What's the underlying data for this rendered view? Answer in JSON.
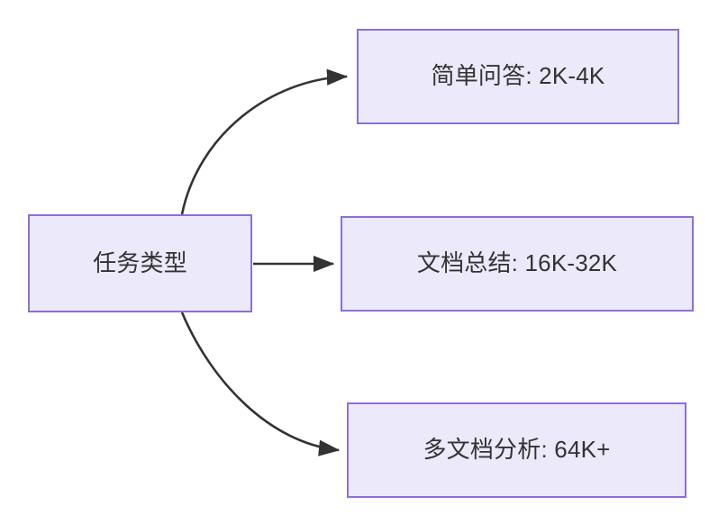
{
  "diagram": {
    "type": "flowchart",
    "orientation": "left-to-right",
    "background_color": "#ffffff",
    "node_fill_color": "#ECEAFA",
    "node_border_color": "#8D6FD6",
    "node_text_color": "#333333",
    "edge_color": "#333333",
    "nodes": [
      {
        "id": "root",
        "label": "任务类型",
        "role": "root"
      },
      {
        "id": "simple-qa",
        "label": "简单问答: 2K-4K",
        "role": "leaf"
      },
      {
        "id": "doc-summary",
        "label": "文档总结: 16K-32K",
        "role": "leaf"
      },
      {
        "id": "multi-doc",
        "label": "多文档分析: 64K+",
        "role": "leaf"
      }
    ],
    "edges": [
      {
        "id": "root-to-simple-qa",
        "from": "root",
        "to": "simple-qa",
        "style": "curved",
        "arrow": "end"
      },
      {
        "id": "root-to-doc-summary",
        "from": "root",
        "to": "doc-summary",
        "style": "straight",
        "arrow": "end"
      },
      {
        "id": "root-to-multi-doc",
        "from": "root",
        "to": "multi-doc",
        "style": "curved",
        "arrow": "end"
      }
    ]
  }
}
